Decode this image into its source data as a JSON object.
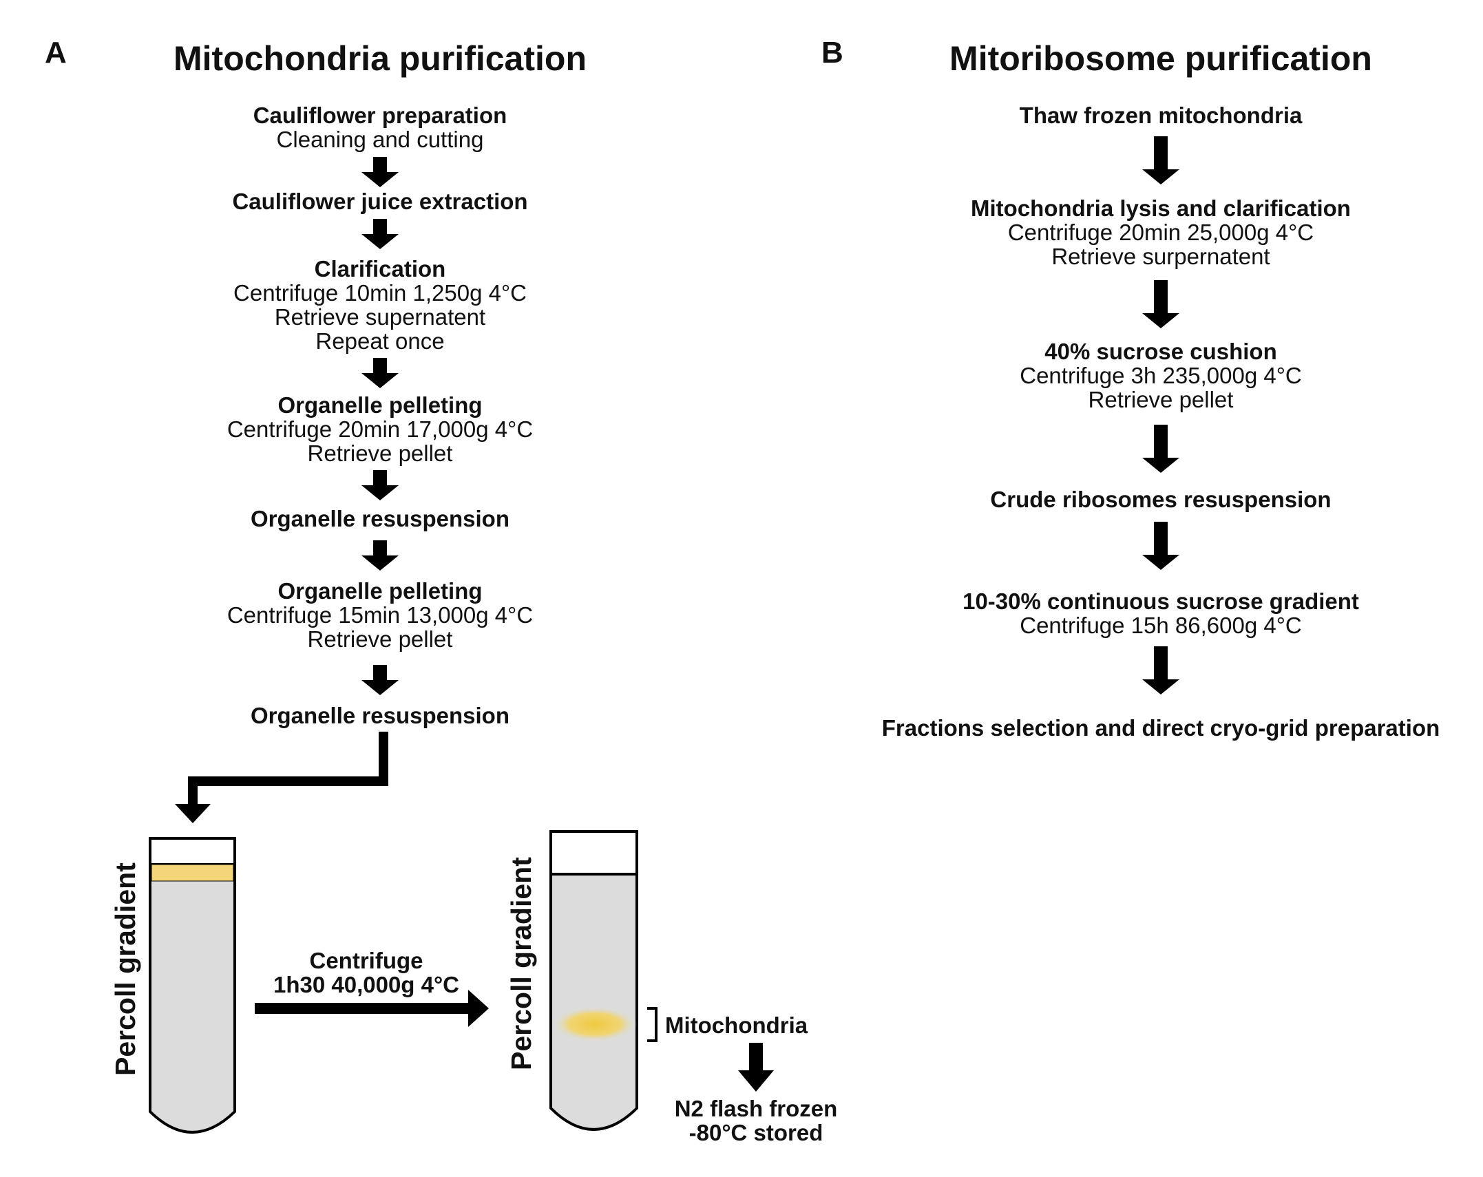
{
  "panels": {
    "a": {
      "letter": "A",
      "title": "Mitochondria purification",
      "steps": [
        {
          "bold": "Cauliflower preparation",
          "lines": [
            "Cleaning and cutting"
          ]
        },
        {
          "bold": "Cauliflower juice extraction",
          "lines": []
        },
        {
          "bold": "Clarification",
          "lines": [
            "Centrifuge 10min 1,250g 4°C",
            "Retrieve supernatent",
            "Repeat once"
          ]
        },
        {
          "bold": "Organelle pelleting",
          "lines": [
            "Centrifuge 20min 17,000g 4°C",
            "Retrieve pellet"
          ]
        },
        {
          "bold": "Organelle resuspension",
          "lines": []
        },
        {
          "bold": "Organelle pelleting",
          "lines": [
            "Centrifuge 15min 13,000g 4°C",
            "Retrieve pellet"
          ]
        },
        {
          "bold": "Organelle resuspension",
          "lines": []
        }
      ],
      "tube_label": "Percoll gradient",
      "centrifuge_label": [
        "Centrifuge",
        "1h30 40,000g 4°C"
      ],
      "band_label": "Mitochondria",
      "storage_label": [
        "N2 flash frozen",
        "-80°C stored"
      ]
    },
    "b": {
      "letter": "B",
      "title": "Mitoribosome purification",
      "steps": [
        {
          "bold": "Thaw frozen mitochondria",
          "lines": []
        },
        {
          "bold": "Mitochondria lysis and clarification",
          "lines": [
            "Centrifuge 20min 25,000g 4°C",
            "Retrieve surpernatent"
          ]
        },
        {
          "bold": "40% sucrose cushion",
          "lines": [
            "Centrifuge 3h 235,000g 4°C",
            "Retrieve pellet"
          ]
        },
        {
          "bold": "Crude ribosomes resuspension",
          "lines": []
        },
        {
          "bold": "10-30% continuous sucrose gradient",
          "lines": [
            "Centrifuge 15h 86,600g 4°C"
          ]
        },
        {
          "bold": "Fractions selection and direct cryo-grid preparation",
          "lines": []
        }
      ]
    }
  },
  "colors": {
    "tube_fill": "#dcdcdc",
    "organelle_layer": "#f3d57a",
    "mitochondria_band": "#f0c93e",
    "arrow": "#000000"
  }
}
